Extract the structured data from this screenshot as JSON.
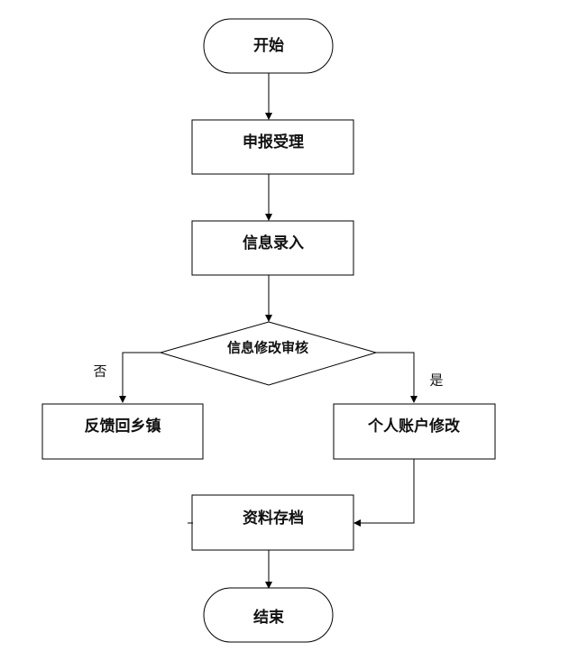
{
  "flowchart": {
    "nodes": {
      "start": "开始",
      "application_accept": "申报受理",
      "info_entry": "信息录入",
      "review": "信息修改审核",
      "feedback": "反馈回乡镇",
      "account_modify": "个人账户修改",
      "archive": "资料存档",
      "end": "结束"
    },
    "edge_labels": {
      "no": "否",
      "yes": "是"
    },
    "colors": {
      "stroke": "#000000",
      "fill": "#ffffff",
      "text": "#111111"
    }
  }
}
